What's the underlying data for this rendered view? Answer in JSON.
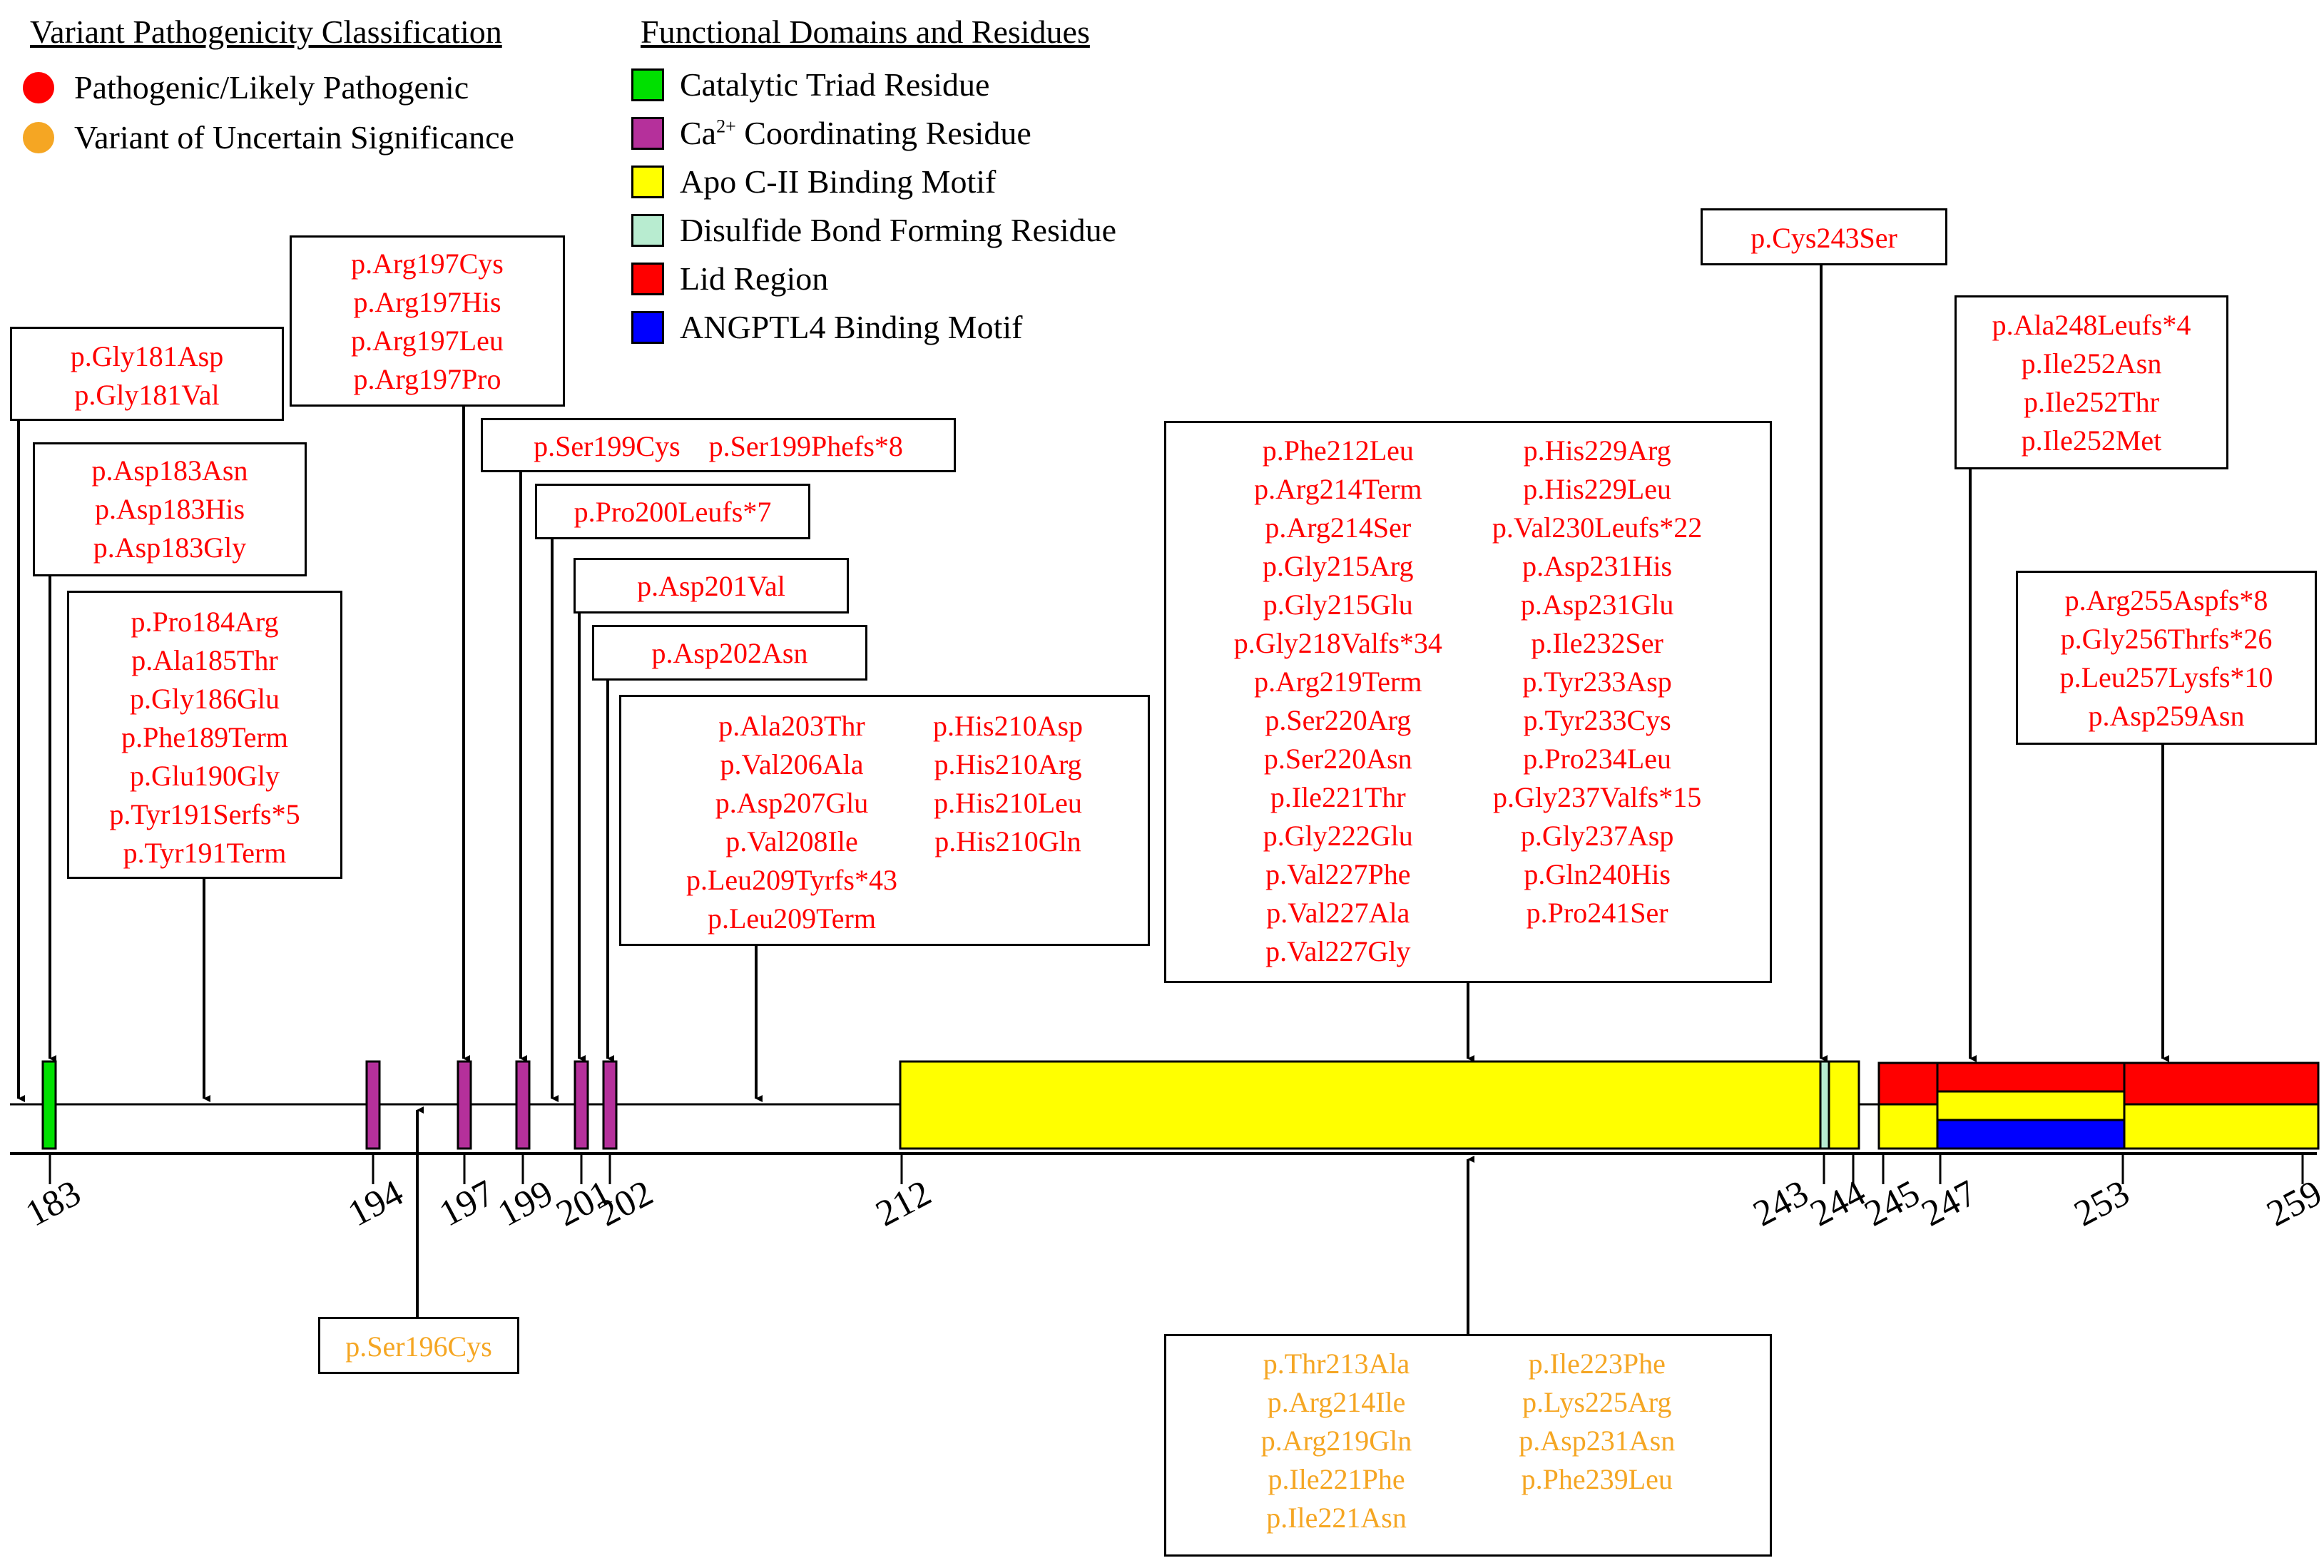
{
  "legend": {
    "pathogenicity_title": "Variant Pathogenicity Classification",
    "pathogenic_label": "Pathogenic/Likely Pathogenic",
    "vus_label": "Variant of Uncertain Significance",
    "domains_title": "Functional Domains and Residues",
    "catalytic_label": "Catalytic Triad Residue",
    "ca_label_prefix": "Ca",
    "ca_label_sup": "2+",
    "ca_label_suffix": " Coordinating Residue",
    "apoc_label": "Apo C-II Binding Motif",
    "disulfide_label": "Disulfide Bond Forming Residue",
    "lid_label": "Lid Region",
    "angptl4_label": "ANGPTL4 Binding Motif"
  },
  "colors": {
    "pathogenic": "#ff0000",
    "vus": "#f5a623",
    "catalytic": "#00e000",
    "ca": "#b5309b",
    "apoc": "#ffff00",
    "disulfide": "#b8ecd0",
    "lid": "#ff0000",
    "angptl4": "#0000ff"
  },
  "axis": {
    "ticks": [
      "183",
      "194",
      "197",
      "199",
      "201",
      "202",
      "212",
      "243",
      "244",
      "245",
      "247",
      "253",
      "259"
    ]
  },
  "variants": {
    "g181": [
      "p.Gly181Asp",
      "p.Gly181Val"
    ],
    "g183": [
      "p.Asp183Asn",
      "p.Asp183His",
      "p.Asp183Gly"
    ],
    "g184": [
      "p.Pro184Arg",
      "p.Ala185Thr",
      "p.Gly186Glu",
      "p.Phe189Term",
      "p.Glu190Gly",
      "p.Tyr191Serfs*5",
      "p.Tyr191Term"
    ],
    "g197": [
      "p.Arg197Cys",
      "p.Arg197His",
      "p.Arg197Leu",
      "p.Arg197Pro"
    ],
    "g199": [
      "p.Ser199Cys",
      "p.Ser199Phefs*8"
    ],
    "g200": [
      "p.Pro200Leufs*7"
    ],
    "g201": [
      "p.Asp201Val"
    ],
    "g202": [
      "p.Asp202Asn"
    ],
    "g203_col1": [
      "p.Ala203Thr",
      "p.Val206Ala",
      "p.Asp207Glu",
      "p.Val208Ile",
      "p.Leu209Tyrfs*43",
      "p.Leu209Term"
    ],
    "g203_col2": [
      "p.His210Asp",
      "p.His210Arg",
      "p.His210Leu",
      "p.His210Gln"
    ],
    "g212_col1": [
      "p.Phe212Leu",
      "p.Arg214Term",
      "p.Arg214Ser",
      "p.Gly215Arg",
      "p.Gly215Glu",
      "p.Gly218Valfs*34",
      "p.Arg219Term",
      "p.Ser220Arg",
      "p.Ser220Asn",
      "p.Ile221Thr",
      "p.Gly222Glu",
      "p.Val227Phe",
      "p.Val227Ala",
      "p.Val227Gly"
    ],
    "g212_col2": [
      "p.His229Arg",
      "p.His229Leu",
      "p.Val230Leufs*22",
      "p.Asp231His",
      "p.Asp231Glu",
      "p.Ile232Ser",
      "p.Tyr233Asp",
      "p.Tyr233Cys",
      "p.Pro234Leu",
      "p.Gly237Valfs*15",
      "p.Gly237Asp",
      "p.Gln240His",
      "p.Pro241Ser"
    ],
    "g243": [
      "p.Cys243Ser"
    ],
    "g248": [
      "p.Ala248Leufs*4",
      "p.Ile252Asn",
      "p.Ile252Thr",
      "p.Ile252Met"
    ],
    "g255": [
      "p.Arg255Aspfs*8",
      "p.Gly256Thrfs*26",
      "p.Leu257Lysfs*10",
      "p.Asp259Asn"
    ],
    "vus196": [
      "p.Ser196Cys"
    ],
    "vus_col1": [
      "p.Thr213Ala",
      "p.Arg214Ile",
      "p.Arg219Gln",
      "p.Ile221Phe",
      "p.Ile221Asn"
    ],
    "vus_col2": [
      "p.Ile223Phe",
      "p.Lys225Arg",
      "p.Asp231Asn",
      "p.Phe239Leu"
    ]
  }
}
